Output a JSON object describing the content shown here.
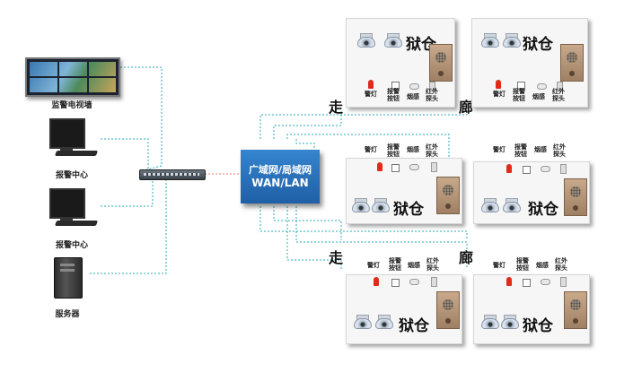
{
  "network": {
    "line1": "广域网/局域网",
    "line2": "WAN/LAN"
  },
  "left_devices": {
    "video_wall": "监警电视墙",
    "alarm_center_1": "报警中心",
    "alarm_center_2": "报警中心",
    "server": "服务器"
  },
  "corridor": {
    "zou": "走",
    "lang": "廊"
  },
  "cell": {
    "title": "狱仓",
    "lamp": "警灯",
    "alarm": "报警\n按钮",
    "smoke": "烟感",
    "pir": "红外\n探头"
  },
  "colors": {
    "network_box": "#2a6fb8",
    "link_line": "#2aa7b8",
    "cell_line": "#9aa0a6",
    "lamp": "#e02a1a"
  }
}
